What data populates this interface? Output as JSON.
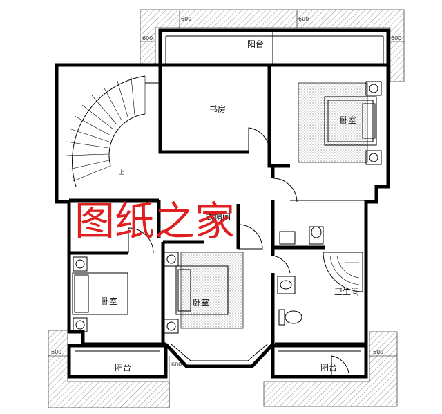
{
  "rooms": {
    "study": "书房",
    "bedroom_ne": "卧室",
    "bedroom_w": "卧室",
    "bedroom_c": "卧室",
    "cloakroom": "衣帽间",
    "bathroom": "卫生间",
    "balcony_n": "阳台",
    "balcony_sw": "阳台",
    "balcony_se": "阳台"
  },
  "dimensions": {
    "top_left": "600",
    "top_right": "600",
    "left_upper": "600",
    "right_upper": "600",
    "left_lower": "600",
    "bottom_center": "600",
    "right_lower": "600"
  },
  "stair_mark": "上",
  "watermark": "图纸之家",
  "colors": {
    "wall": "#000000",
    "watermark": "#e02020"
  }
}
